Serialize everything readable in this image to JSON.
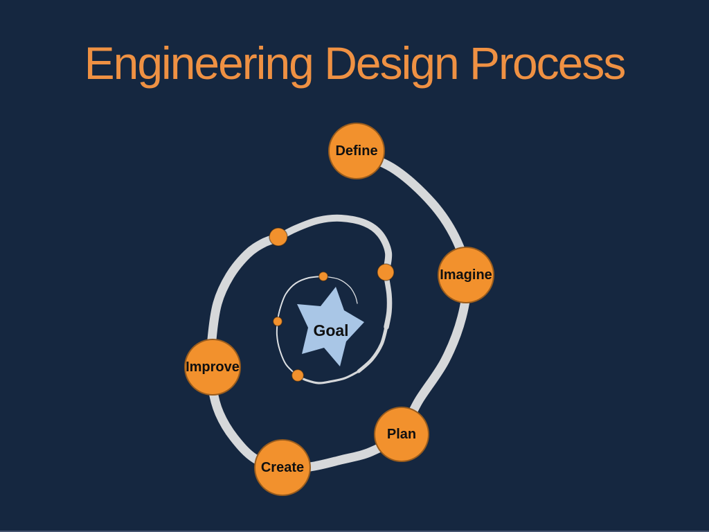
{
  "slide": {
    "title": "Engineering Design Process"
  },
  "diagram": {
    "type": "spiral-process",
    "center_label": "Goal",
    "steps": [
      {
        "label": "Define"
      },
      {
        "label": "Imagine"
      },
      {
        "label": "Plan"
      },
      {
        "label": "Create"
      },
      {
        "label": "Improve"
      }
    ],
    "colors": {
      "background": "#152740",
      "title_text": "#EF9143",
      "step_circle": "#F2912D",
      "spiral_track": "#D6D8DA",
      "spiral_track_thin": "#DDE0E3",
      "goal_star": "#A9C6E6",
      "label_text": "#101010"
    }
  }
}
